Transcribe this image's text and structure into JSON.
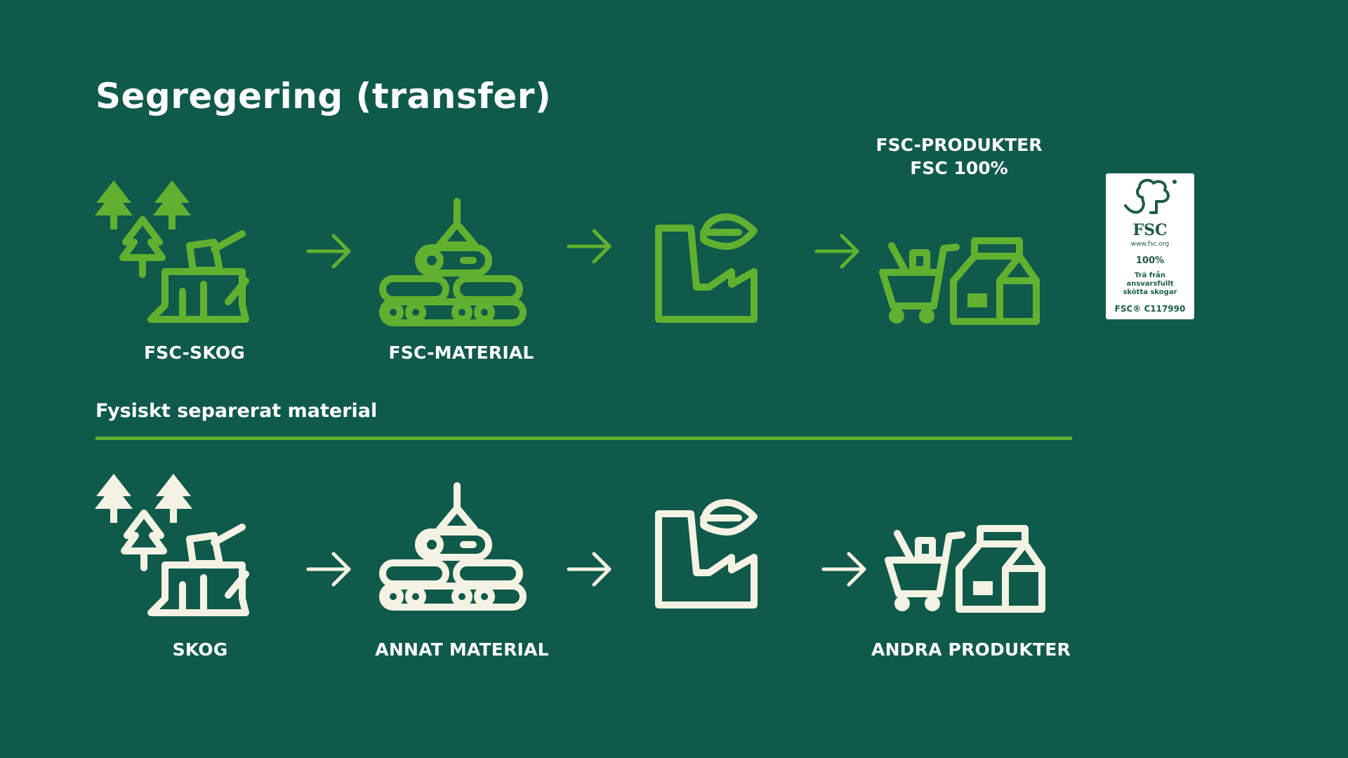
{
  "title": "Segregering (transfer)",
  "top_row": {
    "forest_label": "FSC-SKOG",
    "material_label": "FSC-MATERIAL",
    "products_label_line1": "FSC-PRODUKTER",
    "products_label_line2": "FSC 100%"
  },
  "fsc_logo": {
    "brand": "FSC",
    "url": "www.fsc.org",
    "percent": "100%",
    "description_line1": "Trä från",
    "description_line2": "ansvarsfullt",
    "description_line3": "skötta skogar",
    "code": "FSC® C117990"
  },
  "section_label": "Fysiskt separerat material",
  "bottom_row": {
    "forest_label": "SKOG",
    "material_label": "ANNAT MATERIAL",
    "products_label": "ANDRA PRODUKTER"
  },
  "icons": [
    "forest-icon",
    "logs-crane-icon",
    "factory-leaf-icon",
    "shopping-cart-icon",
    "package-icon",
    "arrow-right-icon",
    "fsc-tree-icon"
  ],
  "colors": {
    "background": "#0f5a4b",
    "certified_green": "#62b030",
    "uncertified_cream": "#f4f2e2"
  }
}
